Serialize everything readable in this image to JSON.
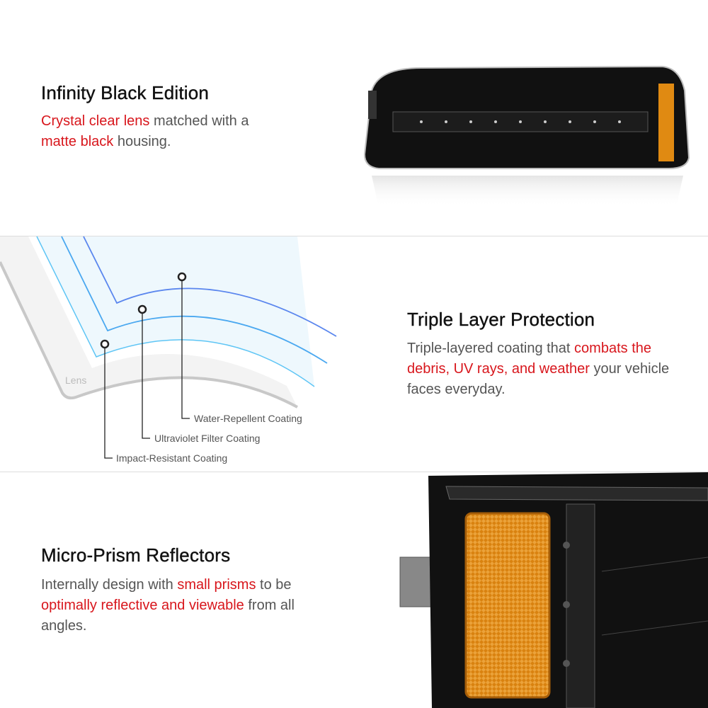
{
  "sections": [
    {
      "title": "Infinity Black Edition",
      "body": [
        {
          "t": "Crystal clear lens",
          "red": true
        },
        {
          "t": " matched with a ",
          "red": false
        },
        {
          "t": "matte black",
          "red": true
        },
        {
          "t": " housing.",
          "red": false
        }
      ]
    },
    {
      "title": "Triple Layer Protection",
      "body": [
        {
          "t": "Triple-layered coating that ",
          "red": false
        },
        {
          "t": "combats the debris, UV rays, and weather",
          "red": true
        },
        {
          "t": " your vehicle faces everyday.",
          "red": false
        }
      ]
    },
    {
      "title": "Micro-Prism Reflectors",
      "body": [
        {
          "t": "Internally design with ",
          "red": false
        },
        {
          "t": "small prisms",
          "red": true
        },
        {
          "t": " to be ",
          "red": false
        },
        {
          "t": "optimally reflective and viewable",
          "red": true
        },
        {
          "t": " from all angles.",
          "red": false
        }
      ]
    }
  ],
  "diagram": {
    "lens_label": "Lens",
    "layers": [
      "Water-Repellent Coating",
      "Ultraviolet Filter Coating",
      "Impact-Resistant Coating"
    ]
  },
  "colors": {
    "accent_red": "#d8161c",
    "amber": "#e08a12"
  }
}
